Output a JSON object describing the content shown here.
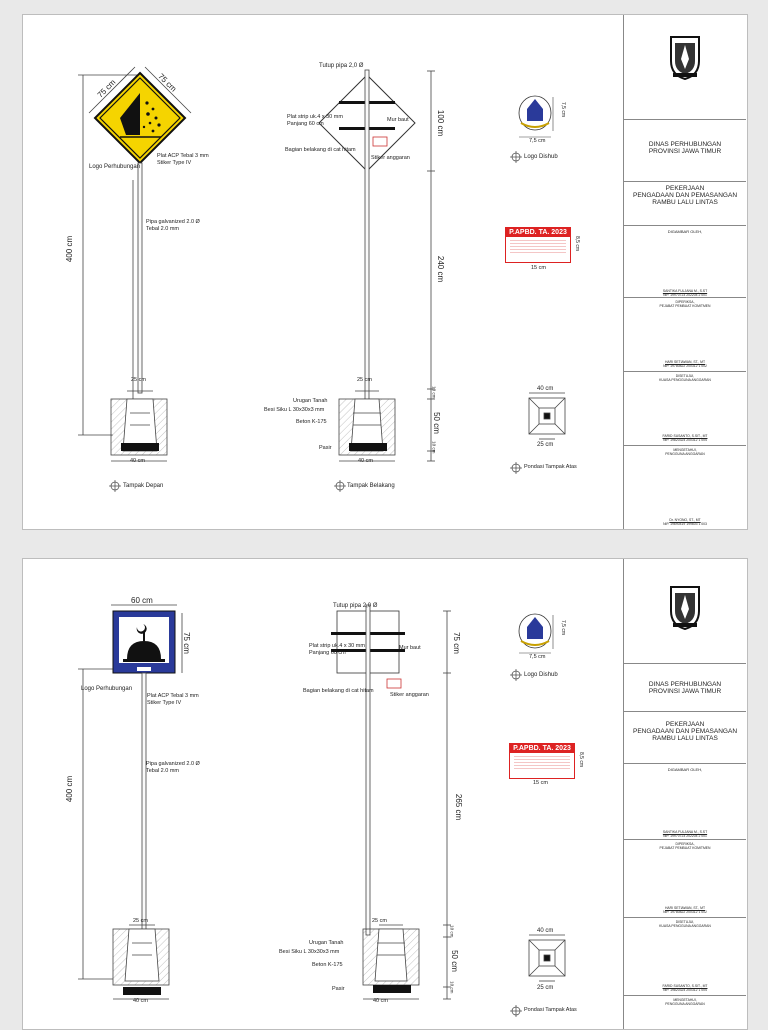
{
  "common": {
    "logo_label": "Logo Perhubungan",
    "plat_acp_1": "Plat ACP Tebal 3 mm",
    "plat_acp_2": "Stiker Type IV",
    "pipe_1": "Pipa galvanized 2.0 Ø",
    "pipe_2": "Tebal 2.0 mm",
    "height_total": "400 cm",
    "base_width": "25 cm",
    "foot_width": "40 cm",
    "view_front": "Tampak Depan",
    "view_back": "Tampak Belakang",
    "view_top": "Pondasi Tampak Atas",
    "pipe_cap": "Tutup pipa 2,0 Ø",
    "plat_strip_1": "Plat strip uk.4 x 30 mm",
    "plat_strip_2": "Panjang 60 cm",
    "mur_baut": "Mur baut",
    "bagian_belakang": "Bagian belakang di cat hitam",
    "stiker_anggaran": "Stiker anggaran",
    "urugan": "Urugan Tanah",
    "besi_siku": "Besi Siku L 30x30x3 mm",
    "beton": "Beton K-175",
    "pasir": "Pasir",
    "dim_10": "10 cm",
    "dim_50": "50 cm",
    "logo_dishub": "Logo Dishub",
    "logo_w": "7,5 cm",
    "logo_h": "7,5 cm",
    "sticker_title": "P.APBD. TA. 2023",
    "sticker_w": "15 cm",
    "sticker_h": "8,5 cm",
    "top_outer": "40 cm",
    "top_inner": "25 cm"
  },
  "sheets": [
    {
      "sign_dims": [
        "75 cm",
        "75 cm"
      ],
      "back_plate_h": "100 cm",
      "pole_h": "240 cm"
    },
    {
      "sign_dims": [
        "60 cm",
        "75 cm"
      ],
      "back_plate_h": "75 cm",
      "pole_h": "265 cm"
    }
  ],
  "title_block": {
    "agency_1": "DINAS PERHUBUNGAN",
    "agency_2": "PROVINSI JAWA TIMUR",
    "project_1": "PEKERJAAN",
    "project_2": "PENGADAAN DAN PEMASANGAN",
    "project_3": "RAMBU LALU LINTAS",
    "drawn_by": "DIGAMBAR OLEH,",
    "p1_name": "SANTIKA FULJANA M., S.ST",
    "p1_nip": "NIP. 19970723 202204 2 001",
    "p2_role_1": "DIPERIKSA,",
    "p2_role_2": "PEJABAT PEMBUAT KOMITMEN",
    "p2_name": "HARI SETIAWAN, ST., MT",
    "p2_nip": "NIP. 19780822 200312 1 002",
    "p3_role_1": "DISETUJUI,",
    "p3_role_2": "KUASA PENGGUNA ANGGARAN",
    "p3_name": "FARID SUSANTO, S.SIT., MT",
    "p3_nip": "NIP. 19820324 200312 1 004",
    "p4_role_1": "MENGETAHUI,",
    "p4_role_2": "PENGGUNA ANGGARAN",
    "p4_name": "Dr. NYONO, ST., MT",
    "p4_nip": "NIP. 19690419 199603 1 003"
  },
  "colors": {
    "warning_yellow": "#f5d400",
    "mosque_blue": "#2a3a9a",
    "sticker_red": "#d22222"
  }
}
